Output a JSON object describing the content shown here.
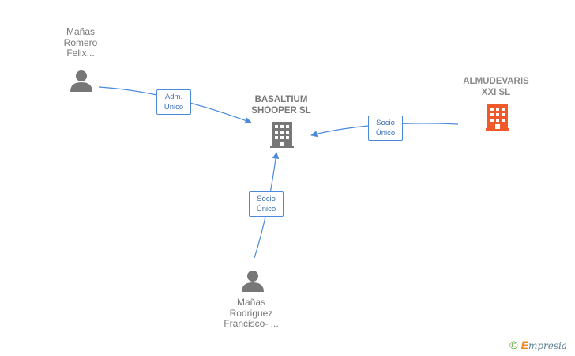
{
  "nodes": {
    "person_top": {
      "lines": [
        "Mañas",
        "Romero",
        "Felix..."
      ]
    },
    "company_center": {
      "lines": [
        "BASALTIUM",
        "SHOOPER  SL"
      ]
    },
    "company_right": {
      "lines": [
        "ALMUDEVARIS",
        "XXI  SL"
      ]
    },
    "person_bottom": {
      "lines": [
        "Mañas",
        "Rodriguez",
        "Francisco- ..."
      ]
    }
  },
  "edges": {
    "top_to_center": {
      "lines": [
        "Adm.",
        "Unico"
      ]
    },
    "right_to_center": {
      "lines": [
        "Socio",
        "Único"
      ]
    },
    "bottom_to_center": {
      "lines": [
        "Socio",
        "Único"
      ]
    }
  },
  "colors": {
    "edge": "#4a89dc",
    "person_icon": "#777777",
    "company_icon": "#777777",
    "highlight_company_icon": "#f0592a"
  },
  "footer": {
    "copyright": "©",
    "brand_initial": "E",
    "brand_rest": "mpresia"
  }
}
